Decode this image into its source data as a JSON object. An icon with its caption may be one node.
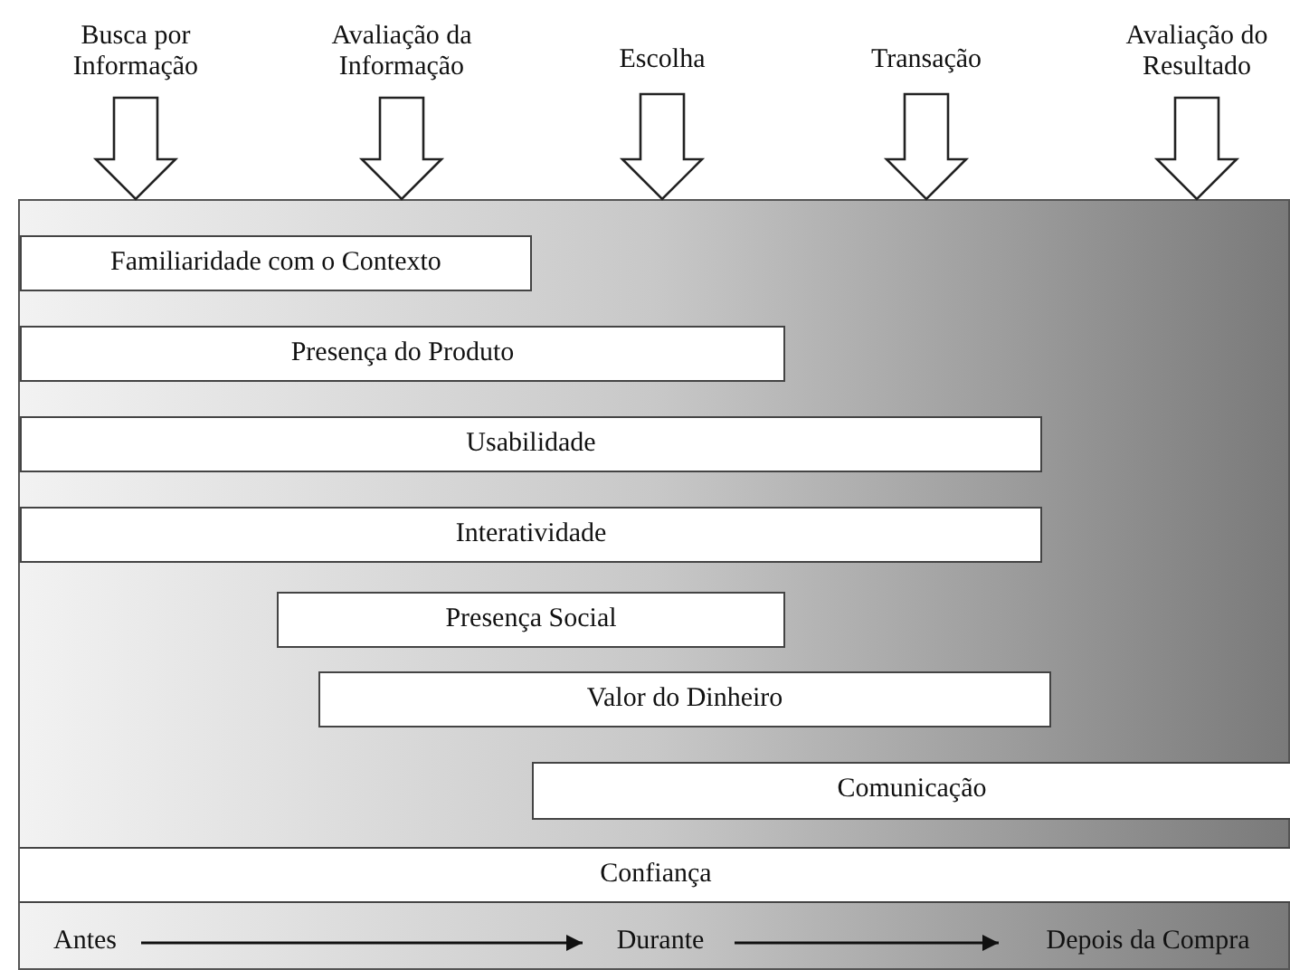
{
  "diagram": {
    "nodes": [
      {
        "text": [
          "Busca por Informação"
        ]
      },
      {
        "text": [
          "Avaliação da Informação"
        ]
      },
      {
        "text": [
          "Escolha"
        ]
      },
      {
        "text": [
          "Transação"
        ]
      },
      {
        "text": [
          "Avaliação do Resultado"
        ]
      },
      {
        "text": [],
        "shape": "box"
      },
      {
        "text": [
          "Familiaridade com o Contexto"
        ],
        "in": 5
      },
      {
        "text": [
          "Presença do Produto"
        ],
        "in": 5
      },
      {
        "text": [
          "Usabilidade"
        ],
        "in": 5
      },
      {
        "text": [
          "Interatividade"
        ],
        "in": 5
      },
      {
        "text": [
          "Presença Social"
        ],
        "in": 5
      },
      {
        "text": [
          "Valor do Dinheiro"
        ],
        "in": 5
      },
      {
        "text": [
          "Comunicação"
        ],
        "in": 5
      },
      {
        "text": [
          "Confiança"
        ],
        "in": 5
      },
      {
        "text": [
          "Antes"
        ],
        "in": 5
      },
      {
        "text": [
          "Durante"
        ],
        "in": 5
      },
      {
        "text": [
          "Depois da Compra"
        ],
        "in": 5
      }
    ],
    "edges": [
      {
        "from": 0,
        "to": 5,
        "arrow": "to"
      },
      {
        "from": 1,
        "to": 5,
        "arrow": "to"
      },
      {
        "from": 2,
        "to": 5,
        "arrow": "to"
      },
      {
        "from": 3,
        "to": 5,
        "arrow": "to"
      },
      {
        "from": 4,
        "to": 5,
        "arrow": "to"
      },
      {
        "from": 14,
        "to": 15,
        "arrow": "to"
      },
      {
        "from": 15,
        "to": 16,
        "arrow": "to"
      }
    ]
  }
}
